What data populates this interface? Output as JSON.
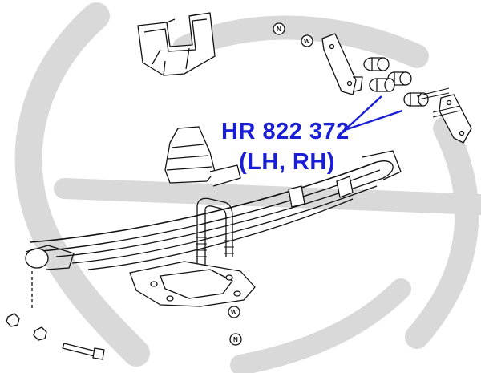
{
  "callout": {
    "part_number": "HR 822 372",
    "side": "(LH, RH)"
  },
  "markers": {
    "n_top": "N",
    "w_top": "W",
    "w_bottom": "W",
    "n_bottom": "N"
  },
  "colors": {
    "callout_text": "#1a1fd6",
    "callout_line": "#1a1fd6",
    "watermark": "#d9d9d9",
    "line_art": "#111111"
  }
}
